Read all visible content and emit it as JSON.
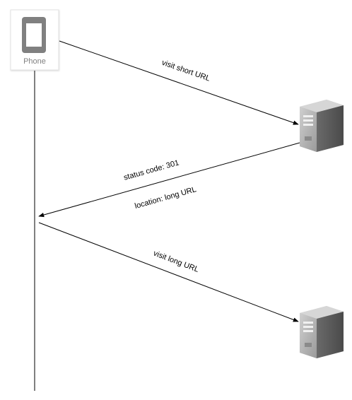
{
  "phone": {
    "label": "Phone",
    "icon": "phone-icon"
  },
  "servers": [
    {
      "icon": "server-icon"
    },
    {
      "icon": "server-icon"
    }
  ],
  "messages": [
    {
      "text": "visit short URL",
      "direction": "phone-to-server"
    },
    {
      "text": "status code: 301",
      "direction": "server-to-phone"
    },
    {
      "text": "location: long URL",
      "direction": "server-to-phone"
    },
    {
      "text": "visit long URL",
      "direction": "phone-to-server"
    }
  ],
  "colors": {
    "phone_border": "#e0e0e0",
    "phone_body": "#808080",
    "server_light": "#bdbdbd",
    "server_dark": "#5c5c5c",
    "line": "#000000"
  }
}
